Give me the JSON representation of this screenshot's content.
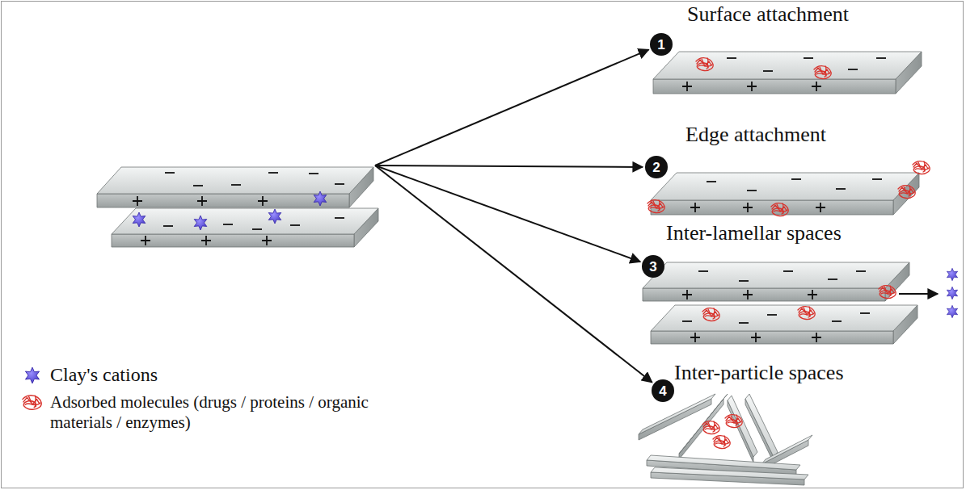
{
  "diagram": {
    "nodes": [
      {
        "text": [
          "1"
        ]
      },
      {
        "text": [
          "2"
        ]
      },
      {
        "text": [
          "3"
        ]
      },
      {
        "text": [
          "4"
        ]
      }
    ],
    "labels": [
      "Surface attachment",
      "Edge attachment",
      "Inter-lamellar spaces",
      "Inter-particle spaces"
    ],
    "legend": [
      {
        "text": "Clay's cations"
      },
      {
        "text": "Adsorbed molecules (drugs / proteins / organic materials / enzymes)"
      }
    ]
  }
}
